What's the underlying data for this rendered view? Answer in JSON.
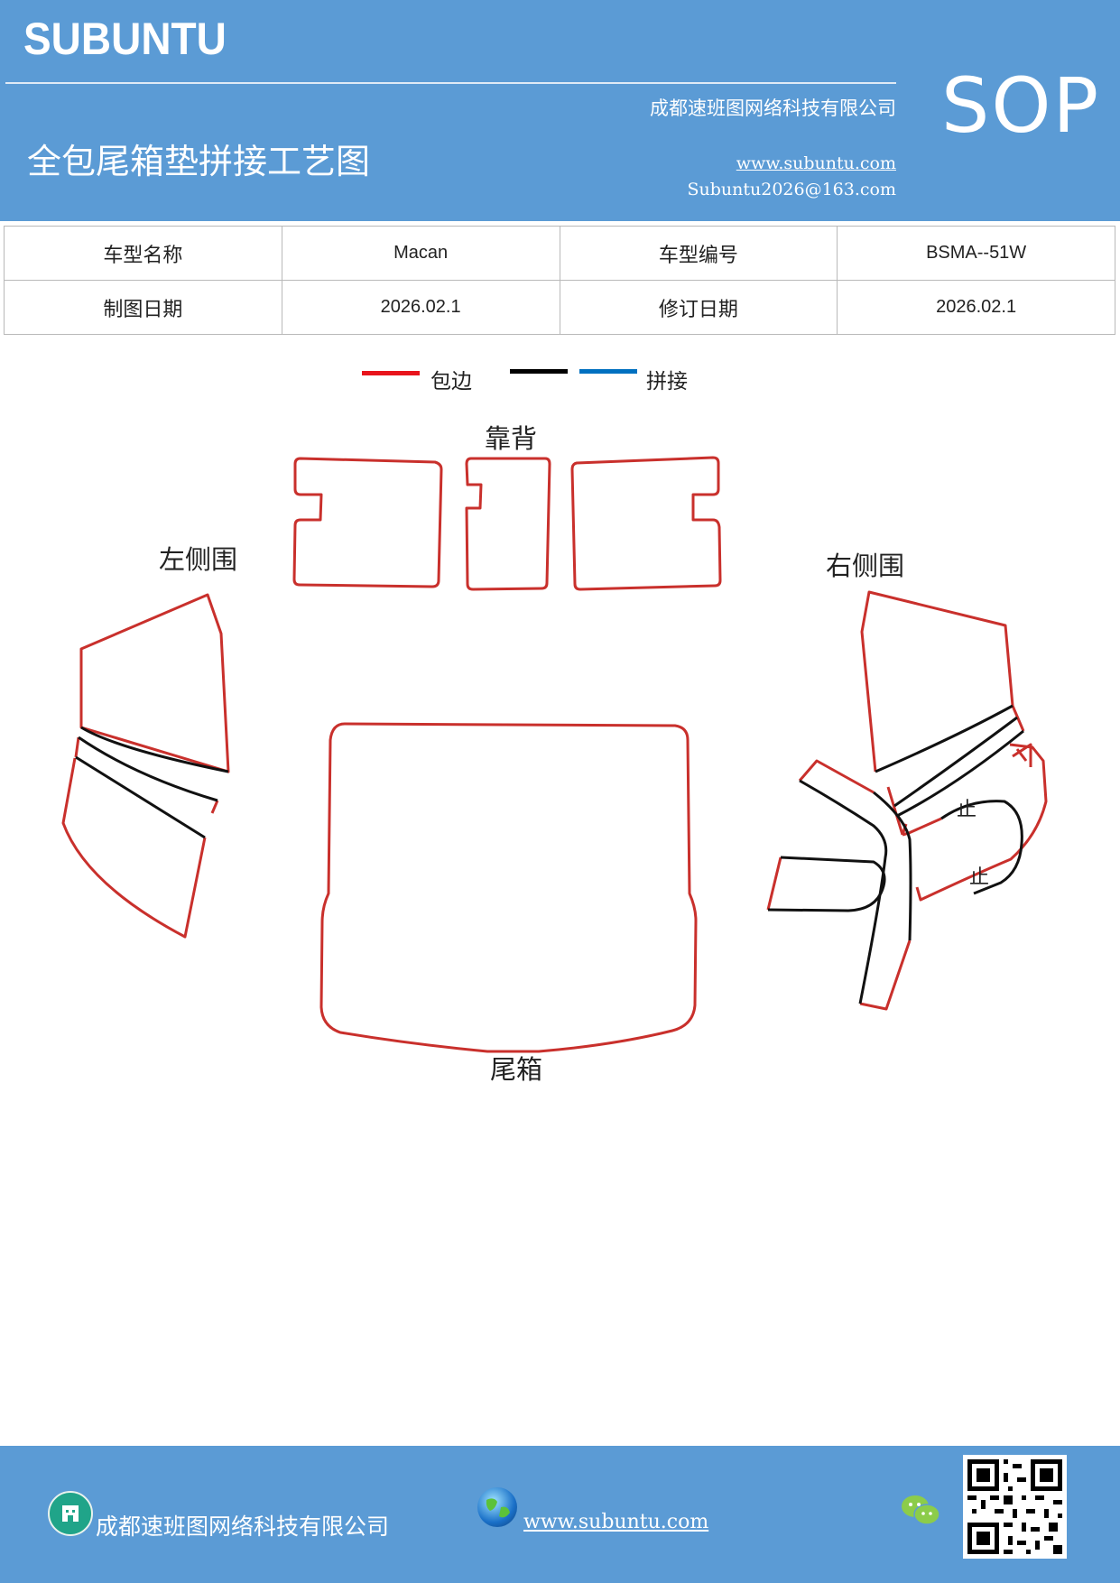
{
  "header": {
    "brand": "SUBUNTU",
    "company": "成都速班图网络科技有限公司",
    "title": "全包尾箱垫拼接工艺图",
    "website": "www.subuntu.com",
    "email": "Subuntu2026@163.com",
    "badge": "SOP"
  },
  "info_table": {
    "rows": [
      {
        "label1": "车型名称",
        "value1": "Macan",
        "label2": "车型编号",
        "value2": "BSMA--51W"
      },
      {
        "label1": "制图日期",
        "value1": "2026.02.1",
        "label2": "修订日期",
        "value2": "2026.02.1"
      }
    ]
  },
  "legend": {
    "items": [
      {
        "label": "包边",
        "color": "#e8141c"
      },
      {
        "label": "",
        "color": "#000000"
      },
      {
        "label": "拼接",
        "color": "#0070c0"
      }
    ]
  },
  "diagram": {
    "labels": {
      "backrest": "靠背",
      "left_side": "左侧围",
      "right_side": "右侧围",
      "trunk": "尾箱",
      "stop1": "止",
      "stop2": "止"
    },
    "edge_color": "#c9302c",
    "seam_color": "#111111"
  },
  "footer": {
    "company": "成都速班图网络科技有限公司",
    "website": "www.subuntu.com",
    "icons": [
      "building-icon",
      "globe-icon",
      "wechat-icon",
      "qr-code"
    ]
  }
}
